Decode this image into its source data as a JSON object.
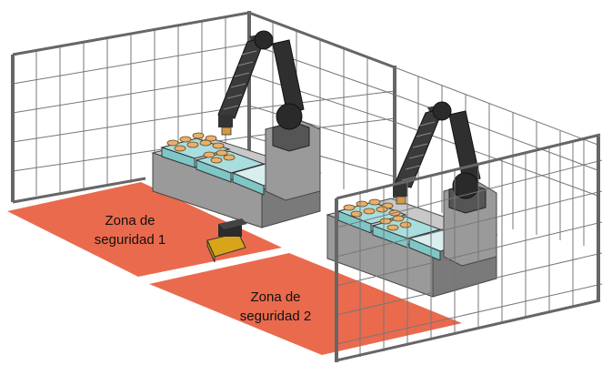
{
  "labels": {
    "zone1_line1": "Zona de",
    "zone1_line2": "seguridad 1",
    "zone2_line1": "Zona de",
    "zone2_line2": "seguridad 2"
  },
  "colors": {
    "zone": "#ea6a4d",
    "fence": "#6b6b6b",
    "robot": "#2f2f2f",
    "base": "#8f8f8f",
    "tray": "#9fd6d6",
    "scanner": "#d8a51a"
  },
  "icons": {
    "scanner": "laser-scanner-icon",
    "robot": "robot-arm-icon"
  }
}
